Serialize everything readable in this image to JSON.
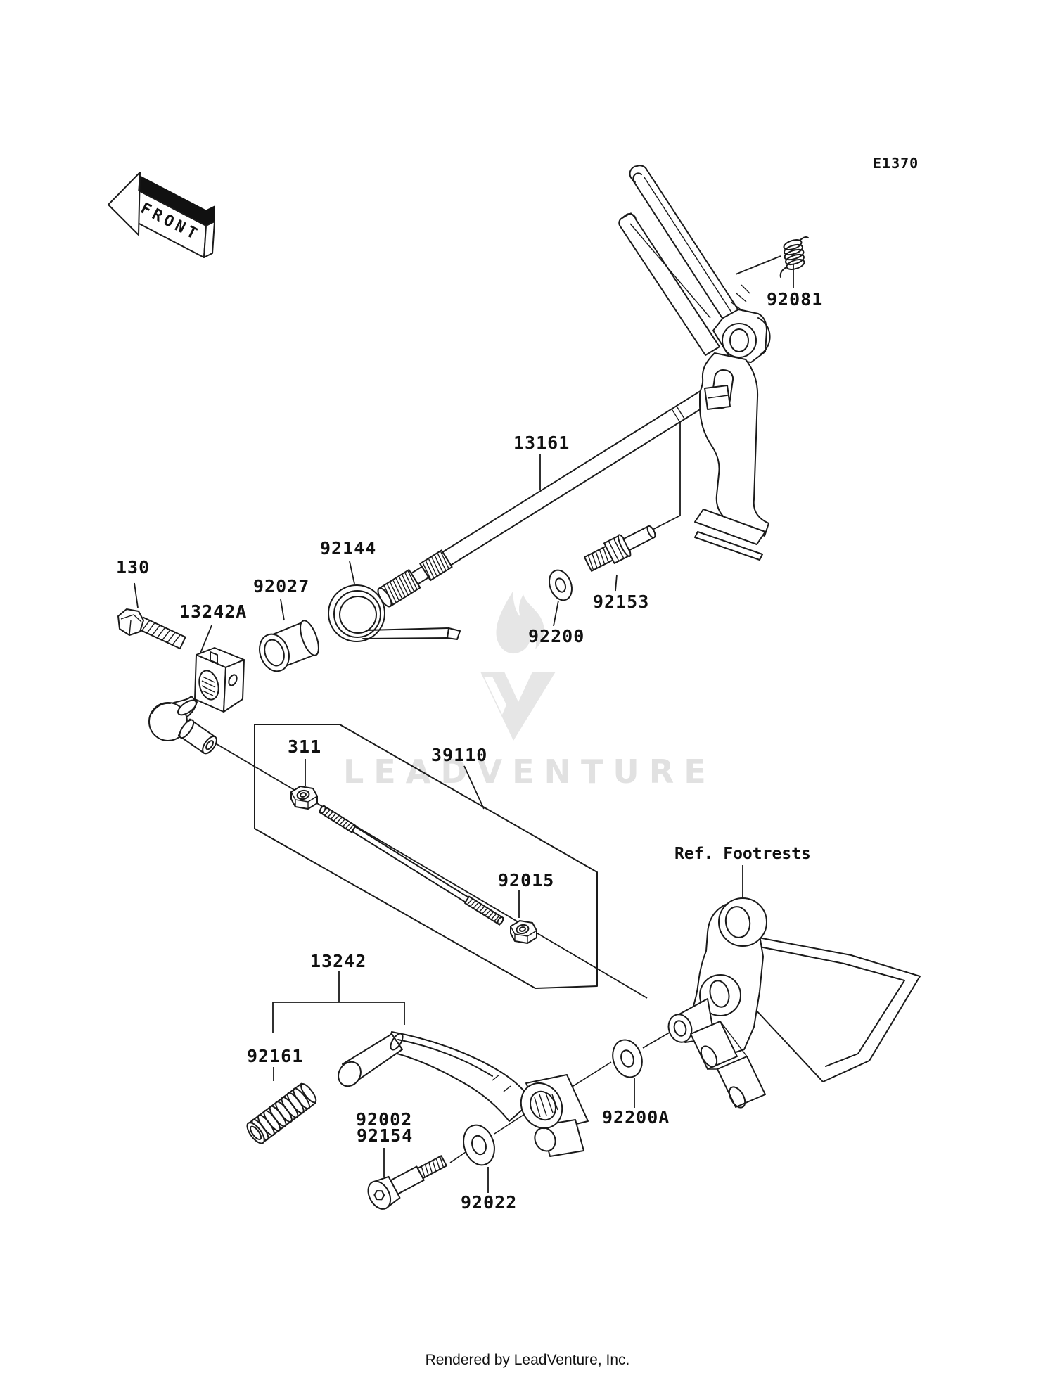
{
  "page": {
    "diagram_code": "E1370",
    "orientation_label": "FRONT",
    "watermark_text": "LEADVENTURE",
    "footer_credit": "Rendered by LeadVenture, Inc."
  },
  "colors": {
    "line": "#1a1a1a",
    "watermark": "#e1e1e1",
    "background": "#ffffff"
  },
  "part_labels": {
    "p92081": "92081",
    "p13161": "13161",
    "p92144": "92144",
    "p92027": "92027",
    "p130": "130",
    "p13242a": "13242A",
    "p92153": "92153",
    "p92200": "92200",
    "p311": "311",
    "p39110": "39110",
    "p92015": "92015",
    "ref_footrests": "Ref. Footrests",
    "p13242": "13242",
    "p92161": "92161",
    "p92002": "92002",
    "p92154": "92154",
    "p92200a": "92200A",
    "p92022": "92022"
  }
}
